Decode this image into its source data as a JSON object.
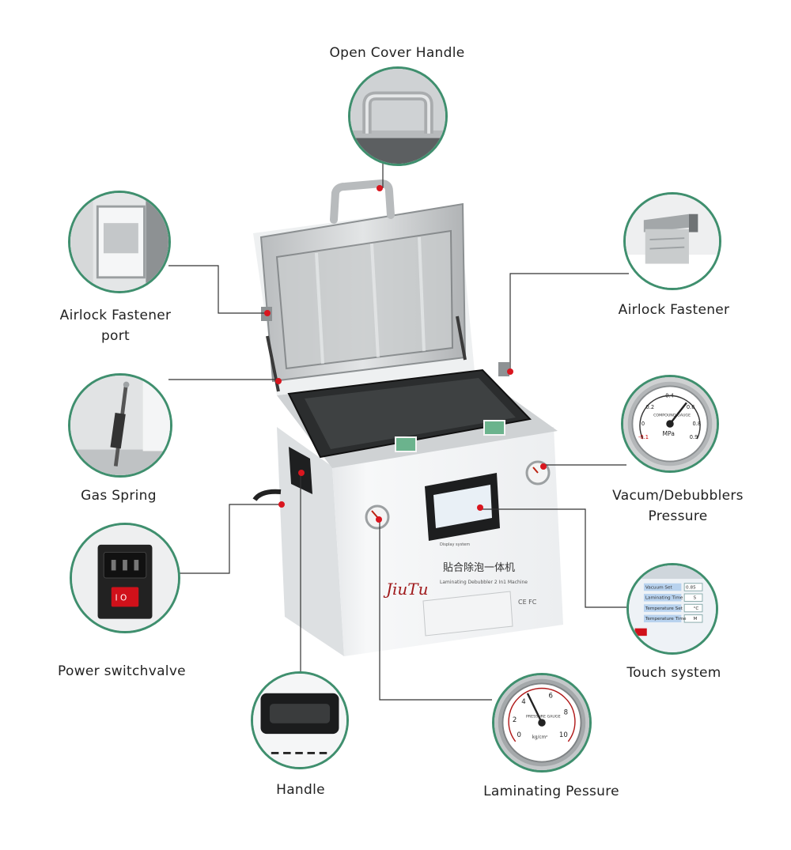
{
  "labels": {
    "open_cover_handle": "Open Cover Handle",
    "airlock_fastener_port_line1": "Airlock Fastener",
    "airlock_fastener_port_line2": "port",
    "airlock_fastener": "Airlock Fastener",
    "gas_spring": "Gas Spring",
    "vacuum_pressure_line1": "Vacum/Debubblers",
    "vacuum_pressure_line2": "Pressure",
    "power_switch": "Power switchvalve",
    "touch_system": "Touch system",
    "handle": "Handle",
    "laminating_pressure": "Laminating Pessure"
  },
  "machine": {
    "brand": "JiuTu",
    "title_cn": "貼合除泡一体机",
    "subtitle_en": "Laminating Debubbler 2 In1 Machine",
    "screen_caption": "Display system",
    "cert": "CE FC"
  },
  "gauges": {
    "compound": {
      "label": "COMPOUND GAUGE",
      "unit": "MPa",
      "ticks": [
        "-0.1",
        "0",
        "0.2",
        "0.4",
        "0.6",
        "0.8",
        "0.9"
      ]
    },
    "pressure": {
      "label": "PRESSURE GAUGE",
      "unit": "kg/cm²",
      "ticks": [
        "0",
        "2",
        "4",
        "6",
        "8",
        "10"
      ]
    }
  },
  "touch_panel": {
    "rows": [
      {
        "name": "Vacuum Set",
        "value": "0.85"
      },
      {
        "name": "Laminating Time",
        "value": "S"
      },
      {
        "name": "Temperature Set",
        "value": "°C"
      },
      {
        "name": "Temperature Time",
        "value": "M"
      }
    ]
  },
  "colors": {
    "accent_circle": "#3f8f6e",
    "callout_dot": "#d9161f",
    "line": "#333333"
  }
}
